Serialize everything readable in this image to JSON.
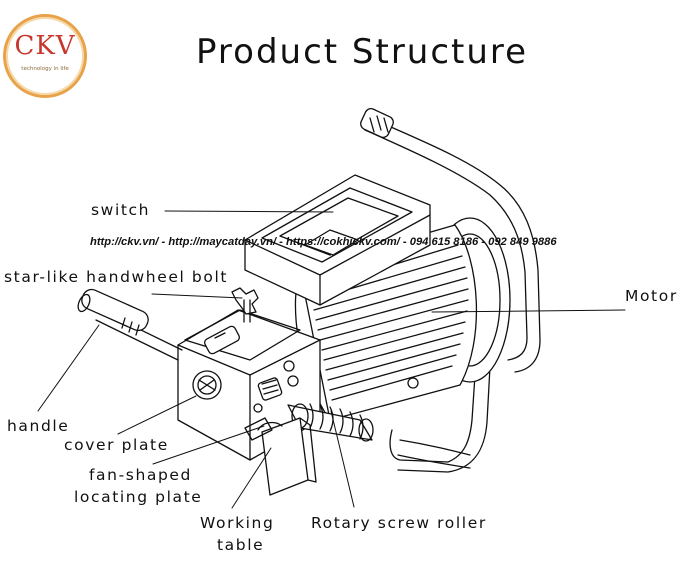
{
  "logo": {
    "text": "CKV",
    "tagline": "technology in life"
  },
  "title": "Product Structure",
  "watermark": "http://ckv.vn/ - http://maycatday.vn/ - https://cokhickv.com/ - 094 615 8186 - 092 849 9886",
  "labels": {
    "switch": "switch",
    "handwheel": "star-like handwheel bolt",
    "motor": "Motor",
    "handle": "handle",
    "cover_plate": "cover plate",
    "fan_plate_line1": "fan-shaped",
    "fan_plate_line2": "locating plate",
    "working_line1": "Working",
    "working_line2": "table",
    "roller": "Rotary screw roller"
  }
}
